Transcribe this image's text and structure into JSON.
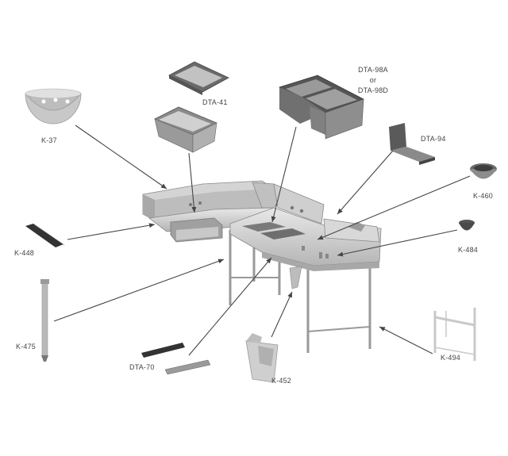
{
  "parts": [
    {
      "id": "K-37",
      "label": "K-37"
    },
    {
      "id": "DTA-41",
      "label": "DTA-41"
    },
    {
      "id": "DTA-98A",
      "label": "DTA-98A"
    },
    {
      "id": "or",
      "label": "or"
    },
    {
      "id": "DTA-98D",
      "label": "DTA-98D"
    },
    {
      "id": "DTA-94",
      "label": "DTA-94"
    },
    {
      "id": "K-460",
      "label": "K-460"
    },
    {
      "id": "K-448",
      "label": "K-448"
    },
    {
      "id": "K-484",
      "label": "K-484"
    },
    {
      "id": "K-475",
      "label": "K-475"
    },
    {
      "id": "DTA-70",
      "label": "DTA-70"
    },
    {
      "id": "K-452",
      "label": "K-452"
    },
    {
      "id": "K-494",
      "label": "K-494"
    }
  ],
  "colors": {
    "steel": "#c8c8c8",
    "steel_dark": "#8a8a8a",
    "steel_light": "#e6e6e6",
    "line": "#555555"
  }
}
